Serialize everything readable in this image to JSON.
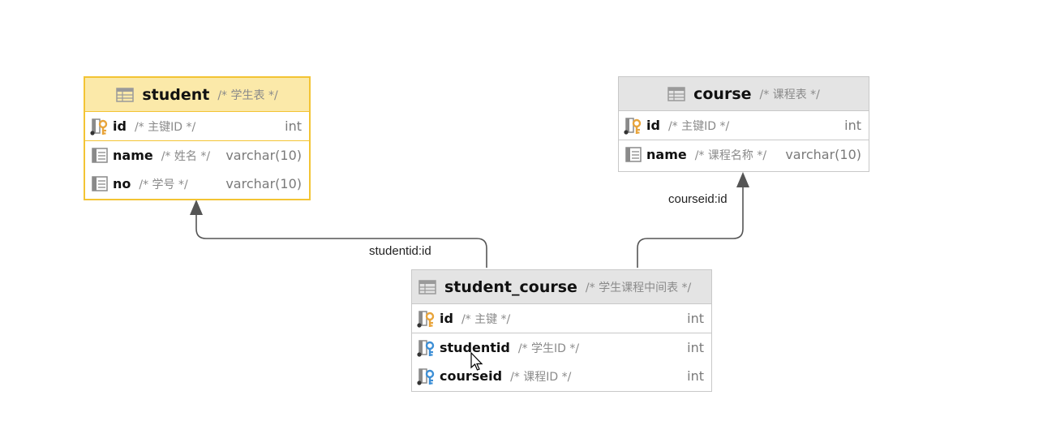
{
  "tables": {
    "student": {
      "name": "student",
      "comment": "/* 学生表 */",
      "columns": [
        {
          "name": "id",
          "comment": "/* 主键ID */",
          "type": "int",
          "key": "primary"
        },
        {
          "name": "name",
          "comment": "/* 姓名 */",
          "type": "varchar(10)",
          "key": "none"
        },
        {
          "name": "no",
          "comment": "/* 学号 */",
          "type": "varchar(10)",
          "key": "none"
        }
      ]
    },
    "course": {
      "name": "course",
      "comment": "/* 课程表 */",
      "columns": [
        {
          "name": "id",
          "comment": "/* 主键ID */",
          "type": "int",
          "key": "primary"
        },
        {
          "name": "name",
          "comment": "/* 课程名称 */",
          "type": "varchar(10)",
          "key": "none"
        }
      ]
    },
    "student_course": {
      "name": "student_course",
      "comment": "/* 学生课程中间表 */",
      "columns": [
        {
          "name": "id",
          "comment": "/* 主键 */",
          "type": "int",
          "key": "primary"
        },
        {
          "name": "studentid",
          "comment": "/* 学生ID */",
          "type": "int",
          "key": "foreign"
        },
        {
          "name": "courseid",
          "comment": "/* 课程ID */",
          "type": "int",
          "key": "foreign"
        }
      ]
    }
  },
  "relations": {
    "student_fk": "studentid:id",
    "course_fk": "courseid:id"
  },
  "colors": {
    "selected_border": "#f3c434",
    "selected_header": "#fbe9a9",
    "header": "#e4e4e4",
    "primary_key": "#e8a43a",
    "foreign_key": "#3d8fd6",
    "connector": "#555555"
  }
}
